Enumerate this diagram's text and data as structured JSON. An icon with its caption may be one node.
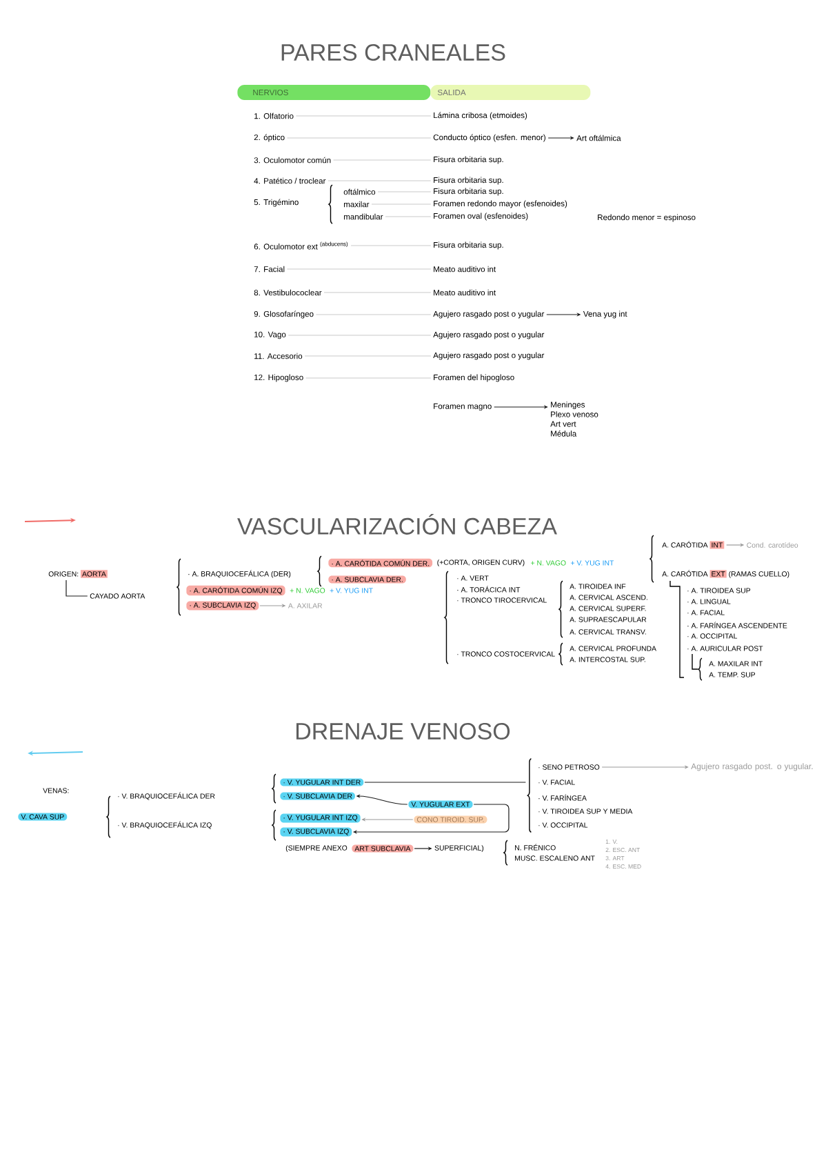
{
  "diagram": {
    "nodes": [
      {
        "text": [
          "NERVIOS"
        ]
      },
      {
        "text": [
          "SALIDA"
        ]
      },
      {
        "text": [
          "1. Olfatorio"
        ]
      },
      {
        "text": [
          "Lámina cribosa (etmoides)"
        ]
      },
      {
        "text": [
          "2. óptico"
        ]
      },
      {
        "text": [
          "Conducto óptico (esfen. menor)"
        ]
      },
      {
        "text": [
          "Art oftálmica"
        ]
      },
      {
        "text": [
          "3. Oculomotor común"
        ]
      },
      {
        "text": [
          "Fisura orbitaria sup."
        ]
      },
      {
        "text": [
          "4. Patético / troclear"
        ]
      },
      {
        "text": [
          "Fisura orbitaria sup."
        ]
      },
      {
        "text": [
          "oftálmico"
        ]
      },
      {
        "text": [
          "Fisura orbitaria sup."
        ]
      },
      {
        "text": [
          "maxilar"
        ]
      },
      {
        "text": [
          "Foramen redondo mayor (esfenoides)"
        ]
      },
      {
        "text": [
          "mandibular"
        ]
      },
      {
        "text": [
          "Foramen oval (esfenoides)"
        ]
      },
      {
        "text": [
          "6. Oculomotor ext $^{(abducens)}$"
        ]
      },
      {
        "text": [
          "Fisura orbitaria sup."
        ]
      },
      {
        "text": [
          "7. Facial"
        ]
      },
      {
        "text": [
          "Meato auditivo int"
        ]
      },
      {
        "text": [
          "8. Vestibulococlear"
        ]
      },
      {
        "text": [
          "Meato auditivo int"
        ]
      },
      {
        "text": [
          "9. Glosofaríngeo"
        ]
      },
      {
        "text": [
          "Agujero rasgado post o yugular"
        ]
      },
      {
        "text": [
          "Vena yug int"
        ]
      },
      {
        "text": [
          "10. Vago"
        ]
      },
      {
        "text": [
          "Agujero rasgado post o yugular"
        ]
      },
      {
        "text": [
          "11. Accesorio"
        ]
      },
      {
        "text": [
          "Agujero rasgado post o yugular"
        ]
      },
      {
        "text": [
          "12. Hipogloso"
        ]
      },
      {
        "text": [
          "Foramen del hipogloso"
        ]
      },
      {
        "text": [
          "Foramen magno"
        ]
      },
      {
        "text": [
          "Meninges",
          "Plexo venoso",
          "Art vert",
          "Médula"
        ]
      },
      {
        "text": [
          "ORIGEN:",
          "AORTA"
        ]
      },
      {
        "text": [
          "CAYADO AORTA"
        ]
      },
      {
        "text": [
          "· A. CARÓTIDA COMÚN DER."
        ],
        "beside": [
          "(+CORTA, ORIGEN CURV)",
          "+ N. VAGO",
          "+ V. YUG INT"
        ]
      },
      {
        "text": [
          "· A. SUBCLAVIA DER."
        ]
      },
      {
        "text": [
          "· A. CARÓTIDA COMÚN IZQ"
        ],
        "beside": [
          "+ N. VAGO",
          "+ V. YUG INT"
        ]
      },
      {
        "text": [
          "· A. SUBCLAVIA IZQ"
        ]
      },
      {
        "text": [
          "A. AXILAR"
        ]
      },
      {
        "text": [
          "A. CARÓTIDA",
          "INT"
        ]
      },
      {
        "text": [
          "Cond. carotídeo"
        ]
      },
      {
        "text": [
          "A. CARÓTIDA",
          "EXT",
          "(RAMAS CUELLO)"
        ]
      },
      {
        "text": [
          "V. CAVA SUP"
        ]
      },
      {
        "text": [
          "· V. YUGULAR INT DER"
        ]
      },
      {
        "text": [
          "· V. SUBCLAVIA DER"
        ]
      },
      {
        "text": [
          "· V. YUGULAR INT IZQ"
        ]
      },
      {
        "text": [
          "· V. SUBCLAVIA IZQ"
        ]
      },
      {
        "text": [
          "V. YUGULAR EXT"
        ]
      },
      {
        "text": [
          "CONO TIROID. SUP."
        ]
      },
      {
        "text": [
          "ART SUBCLAVIA"
        ]
      },
      {
        "text": [
          "SUPERFICIAL)"
        ]
      },
      {
        "text": [
          "· SENO PETROSO"
        ]
      },
      {
        "text": [
          "Agujero rasgado post. o yugular."
        ]
      },
      {
        "text": [],
        "shape": "bracket"
      }
    ],
    "edges": [
      {
        "from": 2,
        "to": 3,
        "arrow": "none"
      },
      {
        "from": 4,
        "to": 5,
        "arrow": "none"
      },
      {
        "from": 5,
        "to": 6,
        "arrow": "to",
        "color": "#1a1a1a"
      },
      {
        "from": 7,
        "to": 8,
        "arrow": "none"
      },
      {
        "from": 9,
        "to": 10,
        "arrow": "none"
      },
      {
        "from": 11,
        "to": 12,
        "arrow": "none"
      },
      {
        "from": 13,
        "to": 14,
        "arrow": "none"
      },
      {
        "from": 15,
        "to": 16,
        "arrow": "none"
      },
      {
        "from": 17,
        "to": 18,
        "arrow": "none"
      },
      {
        "from": 19,
        "to": 20,
        "arrow": "none"
      },
      {
        "from": 21,
        "to": 22,
        "arrow": "none"
      },
      {
        "from": 23,
        "to": 24,
        "arrow": "none"
      },
      {
        "from": 24,
        "to": 25,
        "arrow": "to",
        "color": "#1a1a1a"
      },
      {
        "from": 26,
        "to": 27,
        "arrow": "none"
      },
      {
        "from": 28,
        "to": 29,
        "arrow": "none"
      },
      {
        "from": 30,
        "to": 31,
        "arrow": "none"
      },
      {
        "from": 32,
        "to": 33,
        "arrow": "to",
        "color": "#1a1a1a"
      },
      {
        "from": 34,
        "to": 35,
        "arrow": "none",
        "color": "#1a1a1a"
      },
      {
        "from": 39,
        "to": 40,
        "arrow": "to",
        "color": "#9a9a9a"
      },
      {
        "from": 41,
        "to": 42,
        "arrow": "to",
        "color": "#9a9a9a"
      },
      {
        "from": 45,
        "to": 55,
        "arrow": "none",
        "color": "#1a1a1a"
      },
      {
        "from": 49,
        "to": 46,
        "arrow": "to",
        "color": "#1a1a1a"
      },
      {
        "from": 49,
        "to": 48,
        "arrow": "to",
        "color": "#1a1a1a"
      },
      {
        "from": 50,
        "to": 47,
        "arrow": "to",
        "color": "#9a9a9a"
      },
      {
        "from": 51,
        "to": 52,
        "arrow": "to",
        "color": "#1a1a1a"
      },
      {
        "from": 53,
        "to": 54,
        "arrow": "to",
        "color": "#9a9a9a"
      }
    ],
    "labels": [
      "PARES CRANEALES",
      "5. Trigémino",
      "Redondo menor = espinoso",
      "VASCULARIZACIÓN CABEZA",
      "· A. BRAQUIOCEFÁLICA (DER)",
      "· A. VERT",
      "· A. TORÁCICA INT",
      "· TRONCO TIROCERVICAL",
      "A. TIROIDEA INF",
      "A. CERVICAL ASCEND.",
      "A. CERVICAL SUPERF.",
      "A. SUPRAESCAPULAR",
      "A. CERVICAL TRANSV.",
      "· TRONCO COSTOCERVICAL",
      "A. CERVICAL PROFUNDA",
      "A. INTERCOSTAL SUP.",
      "· A. TIROIDEA SUP",
      "· A. LINGUAL",
      "· A. FACIAL",
      "· A. FARÍNGEA ASCENDENTE",
      "· A. OCCIPITAL",
      "· A. AURICULAR POST",
      "A. MAXILAR INT",
      "A. TEMP. SUP",
      "DRENAJE VENOSO",
      "VENAS:",
      "· V. BRAQUIOCEFÁLICA DER",
      "· V. BRAQUIOCEFÁLICA IZQ",
      "(SIEMPRE ANEXO",
      "N. FRÉNICO",
      "MUSC. ESCALENO ANT",
      "1. V.",
      "2. ESC. ANT",
      "3. ART",
      "4. ESC. MED",
      "· V. FACIAL",
      "· V. FARÍNGEA",
      "· V. TIROIDEA SUP Y MEDIA",
      "· V. OCCIPITAL"
    ]
  }
}
